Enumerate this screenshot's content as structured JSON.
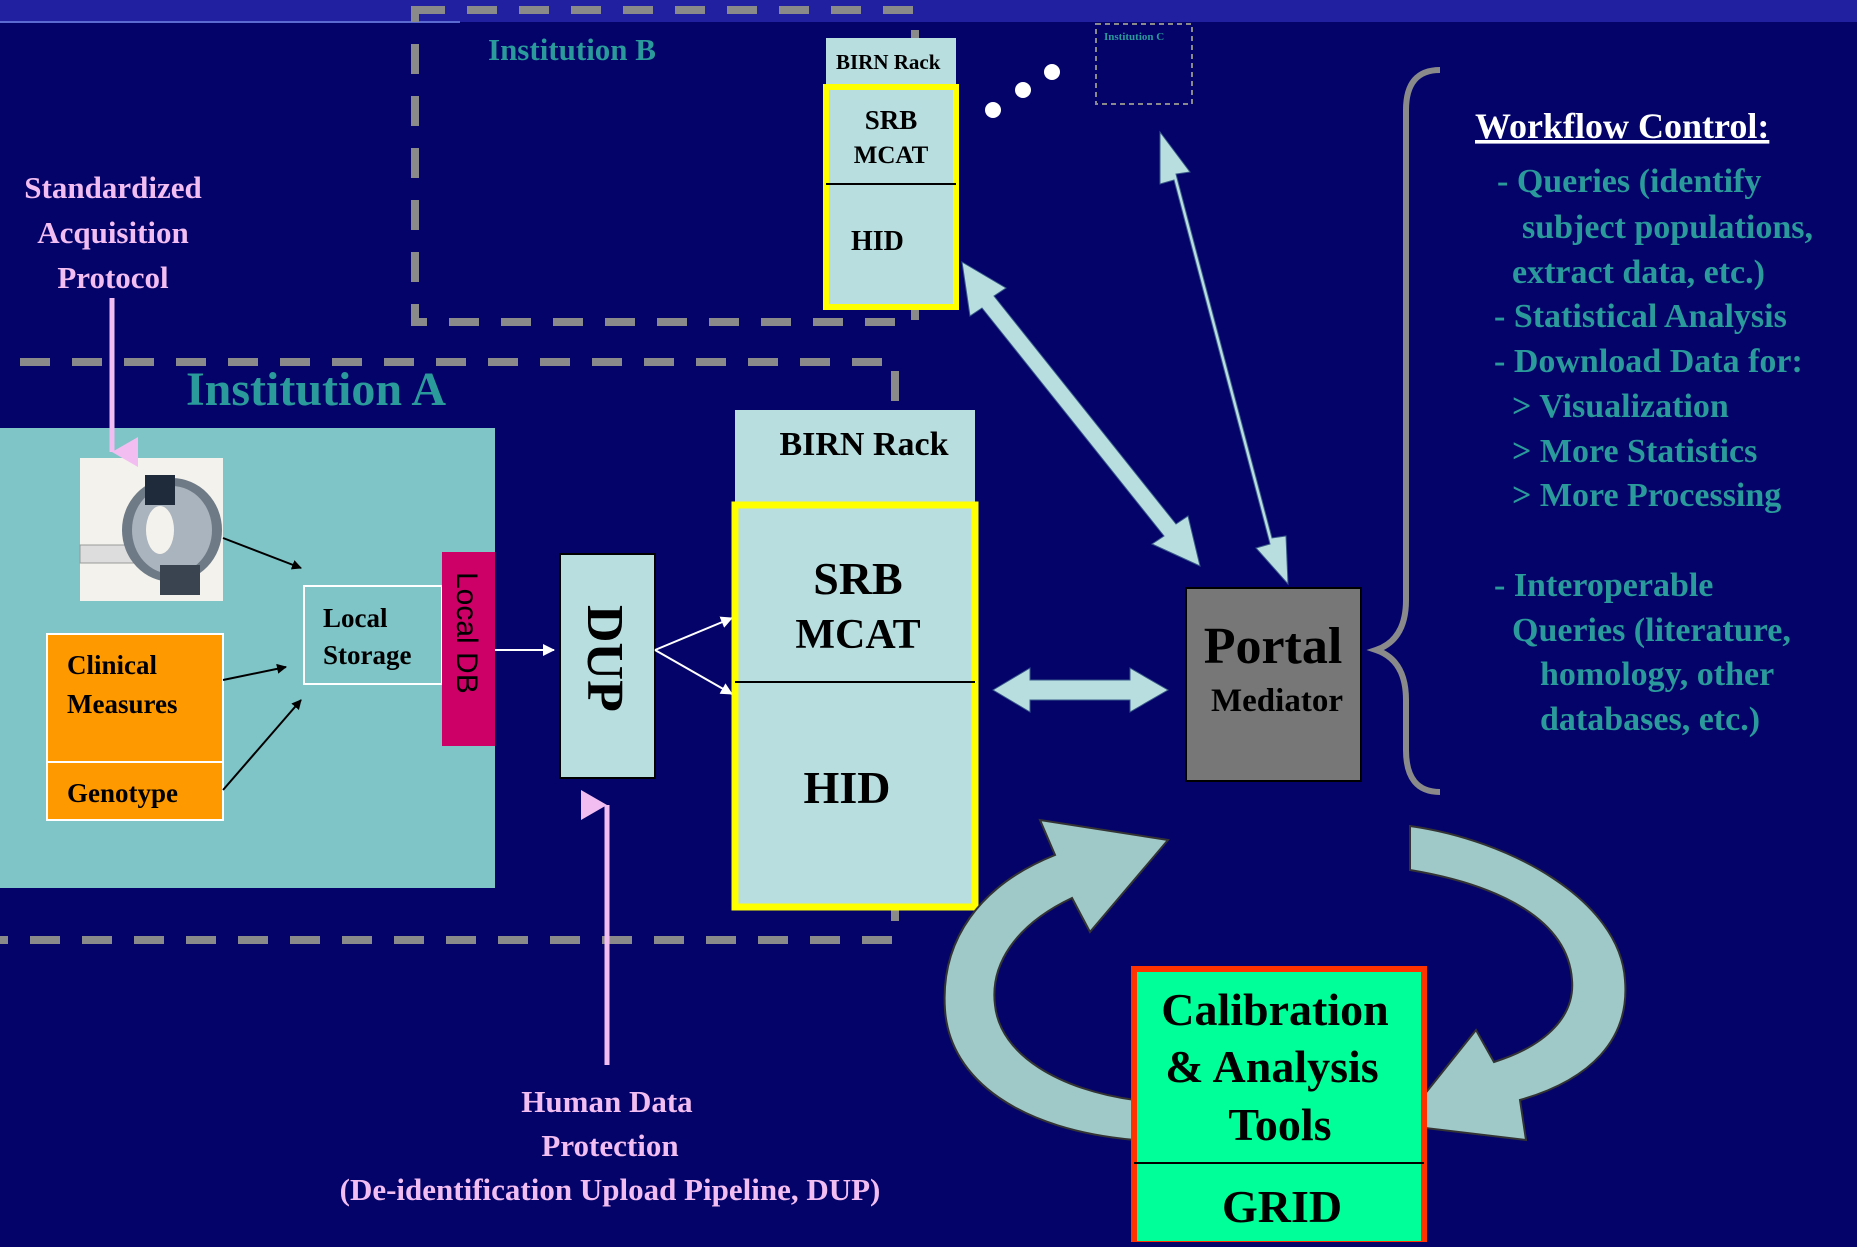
{
  "colors": {
    "background": "#03036a",
    "teal_text": "#2a9a9a",
    "pink_text": "#f2bdf0",
    "light_box": "#b8dee0",
    "institution_box": "#7fc4c7",
    "orange": "#ff9900",
    "magenta": "#cc0066",
    "yellow": "#ffff00",
    "grey_box": "#777777",
    "green_box": "#00ff99",
    "red_border": "#ff3300",
    "dash_grey": "#8a8a8a"
  },
  "institution_b": {
    "label": "Institution B",
    "rack_label": "BIRN Rack",
    "srb": "SRB",
    "mcat": "MCAT",
    "hid": "HID"
  },
  "institution_c": {
    "label": "Institution C"
  },
  "institution_a": {
    "label": "Institution A",
    "scanner_icon": "mri-scanner-icon",
    "clinical_line1": "Clinical",
    "clinical_line2": "Measures",
    "genotype": "Genotype",
    "local_storage_line1": "Local",
    "local_storage_line2": "Storage",
    "local_db": "Local DB"
  },
  "protocol": {
    "line1": "Standardized",
    "line2": "Acquisition",
    "line3": "Protocol"
  },
  "dup": {
    "label": "DUP"
  },
  "rack_a": {
    "label": "BIRN Rack",
    "srb": "SRB",
    "mcat": "MCAT",
    "hid": "HID"
  },
  "portal": {
    "title": "Portal",
    "subtitle": "Mediator"
  },
  "human_data": {
    "line1": "Human Data",
    "line2": "Protection",
    "line3": "(De-identification Upload Pipeline, DUP)"
  },
  "calibration": {
    "line1": "Calibration",
    "line2": "& Analysis",
    "line3": "Tools",
    "grid": "GRID"
  },
  "workflow": {
    "title": "Workflow Control:",
    "lines": [
      "- Queries (identify",
      "subject populations,",
      "extract data, etc.)",
      "- Statistical Analysis",
      "- Download Data for:",
      "> Visualization",
      "> More Statistics",
      "> More Processing",
      "- Interoperable",
      "Queries (literature,",
      "homology, other",
      "databases, etc.)"
    ]
  }
}
